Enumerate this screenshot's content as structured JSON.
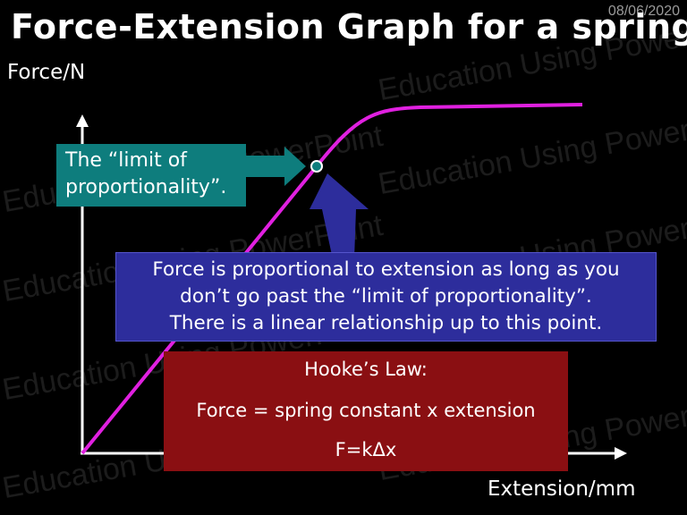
{
  "slide": {
    "date": "08/06/2020",
    "title": "Force-Extension Graph for a spring",
    "watermark_text": "Education Using PowerPoint"
  },
  "axes": {
    "y_label": "Force/N",
    "x_label": "Extension/mm"
  },
  "annotations": {
    "limit_box": {
      "line1": "The “limit of",
      "line2": "proportionality”."
    },
    "proportional_box": {
      "line1": "Force is proportional to extension as long as you",
      "line2": "don’t go past the “limit of proportionality”.",
      "line3": "There is a linear relationship up to this point."
    },
    "hooke_box": {
      "title": "Hooke’s Law:",
      "formula_words": "Force = spring constant x extension",
      "formula_symbols": "F=kΔx"
    }
  },
  "colors": {
    "background": "#000000",
    "curve": "#e020e0",
    "limit_box": "#0e7d7d",
    "proportional_box": "#2d2d9c",
    "hooke_box": "#8a0f12",
    "axes": "#ffffff"
  }
}
